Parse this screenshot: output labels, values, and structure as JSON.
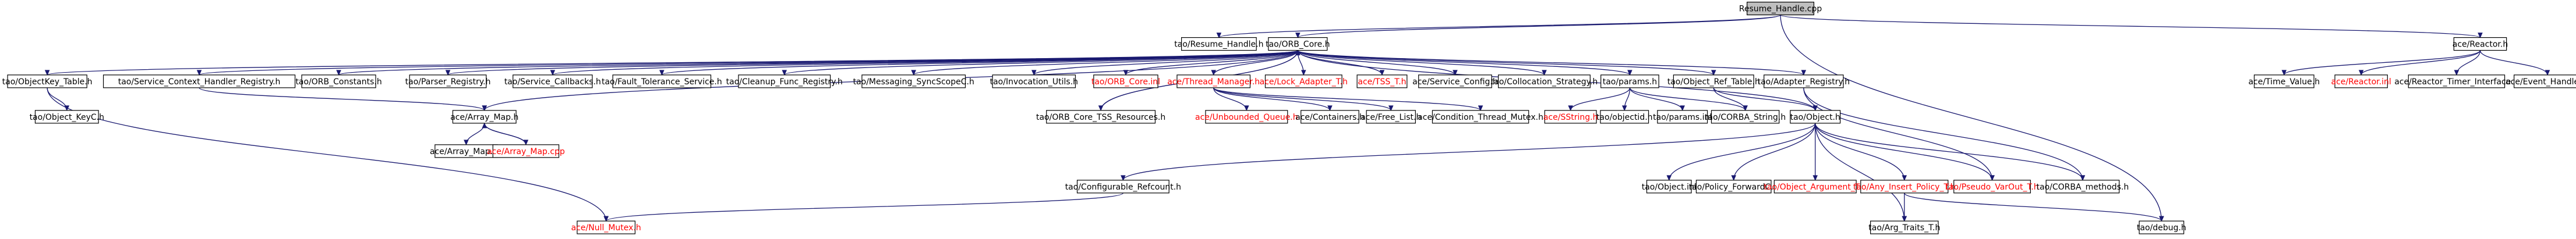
{
  "colors": {
    "edge": "#191970",
    "box_stroke": "#000000",
    "root_fill": "#bfbfbf",
    "missing_text": "#ff0000",
    "text": "#000000"
  },
  "nodes": {
    "resume_handle_cpp": "Resume_Handle.cpp",
    "tao_resume_handle_h": "tao/Resume_Handle.h",
    "tao_orb_core_h": "tao/ORB_Core.h",
    "ace_reactor_h": "ace/Reactor.h",
    "tao_objectkey_table_h": "tao/ObjectKey_Table.h",
    "tao_service_context_handler_registry_h": "tao/Service_Context_Handler_Registry.h",
    "tao_orb_constants_h": "tao/ORB_Constants.h",
    "tao_parser_registry_h": "tao/Parser_Registry.h",
    "tao_service_callbacks_h": "tao/Service_Callbacks.h",
    "tao_fault_tolerance_service_h": "tao/Fault_Tolerance_Service.h",
    "tao_cleanup_func_registry_h": "tao/Cleanup_Func_Registry.h",
    "tao_messaging_syncscopec_h": "tao/Messaging_SyncScopeC.h",
    "tao_invocation_utils_h": "tao/Invocation_Utils.h",
    "tao_orb_core_inl": "tao/ORB_Core.inl",
    "tao_thread_manager_h": "ace/Thread_Manager.h",
    "ace_lock_adapter_t_h": "ace/Lock_Adapter_T.h",
    "ace_tss_t_h": "ace/TSS_T.h",
    "tao_service_config_h": "ace/Service_Config.h",
    "tao_collocation_strategy_h": "tao/Collocation_Strategy.h",
    "tao_params_h": "tao/params.h",
    "tao_object_ref_table_h": "tao/Object_Ref_Table.h",
    "tao_adapter_registry_h": "tao/Adapter_Registry.h",
    "ace_time_value_h": "ace/Time_Value.h",
    "ace_reactor_inl": "ace/Reactor.inl",
    "ace_reactor_timer_interface_h": "ace/Reactor_Timer_Interface.h",
    "ace_event_handler_h": "ace/Event_Handler.h",
    "tao_object_keyc_h": "tao/Object_KeyC.h",
    "ace_array_map_h": "ace/Array_Map.h",
    "tao_orb_core_tss_resources_h": "tao/ORB_Core_TSS_Resources.h",
    "ace_unbounded_queue_h": "ace/Unbounded_Queue.h",
    "ace_containers_h": "ace/Containers.h",
    "ace_free_list_h": "ace/Free_List.h",
    "ace_condition_thread_mutex_h": "ace/Condition_Thread_Mutex.h",
    "ace_sstring_h": "ace/SString.h",
    "tao_objectid_h": "tao/objectid.h",
    "tao_params_inl": "tao/params.inl",
    "tao_corba_string_h": "tao/CORBA_String.h",
    "tao_object_h": "tao/Object.h",
    "ace_array_map_inl": "ace/Array_Map.inl",
    "ace_array_map_cpp": "ace/Array_Map.cpp",
    "tao_configurable_refcount_h": "tao/Configurable_Refcount.h",
    "tao_object_inl": "tao/Object.inl",
    "tao_policy_forwardc_h": "tao/Policy_ForwardC.h",
    "tao_object_argument_t_h": "tao/Object_Argument_T.h",
    "tao_any_insert_policy_t_h": "tao/Any_Insert_Policy_T.h",
    "tao_pseudo_varout_t_h": "tao/Pseudo_VarOut_T.h",
    "tao_corba_methods_h": "tao/CORBA_methods.h",
    "ace_null_mutex_h": "ace/Null_Mutex.h",
    "tao_arg_traits_t_h": "tao/Arg_Traits_T.h",
    "tao_debug_h": "tao/debug.h"
  }
}
